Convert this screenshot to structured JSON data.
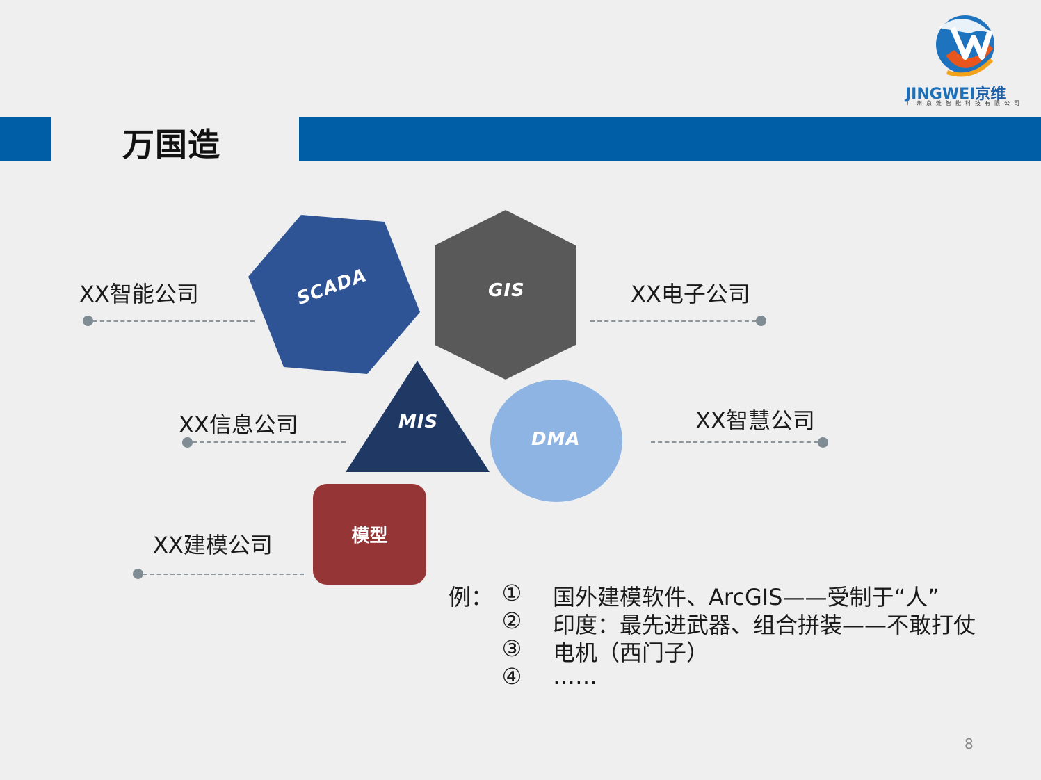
{
  "slide": {
    "title": "万国造",
    "page_number": "8"
  },
  "logo": {
    "name_latin": "JINGWEI",
    "name_cn": "京维",
    "subtitle": "广州京维智能科技有限公司"
  },
  "shapes": {
    "scada": "SCADA",
    "gis": "GIS",
    "mis": "MIS",
    "dma": "DMA",
    "model": "模型"
  },
  "companies": {
    "top_left": "XX智能公司",
    "top_right": "XX电子公司",
    "mid_left": "XX信息公司",
    "mid_right": "XX智慧公司",
    "bottom_left": "XX建模公司"
  },
  "examples": {
    "prefix": "例：",
    "items": [
      {
        "num": "①",
        "text": "国外建模软件、ArcGIS——受制于“人”"
      },
      {
        "num": "②",
        "text": "印度：最先进武器、组合拼装——不敢打仗"
      },
      {
        "num": "③",
        "text": "电机（西门子）"
      },
      {
        "num": "④",
        "text": "……"
      }
    ]
  },
  "colors": {
    "header_blue": "#005ea7",
    "scada": "#2f5496",
    "gis": "#595959",
    "mis": "#1f3864",
    "dma": "#8eb4e3",
    "model": "#953535"
  }
}
